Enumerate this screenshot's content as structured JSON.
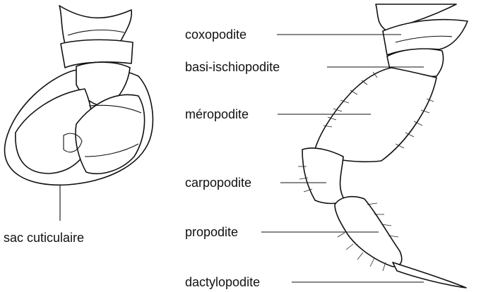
{
  "labels": {
    "sac": "sac cuticulaire",
    "coxo": "coxopodite",
    "basi": "basi-ischiopodite",
    "mero": "méropodite",
    "carpo": "carpopodite",
    "pro": "propodite",
    "dactylo": "dactylopodite"
  },
  "colors": {
    "ink": "#111111",
    "paper": "#ffffff"
  }
}
